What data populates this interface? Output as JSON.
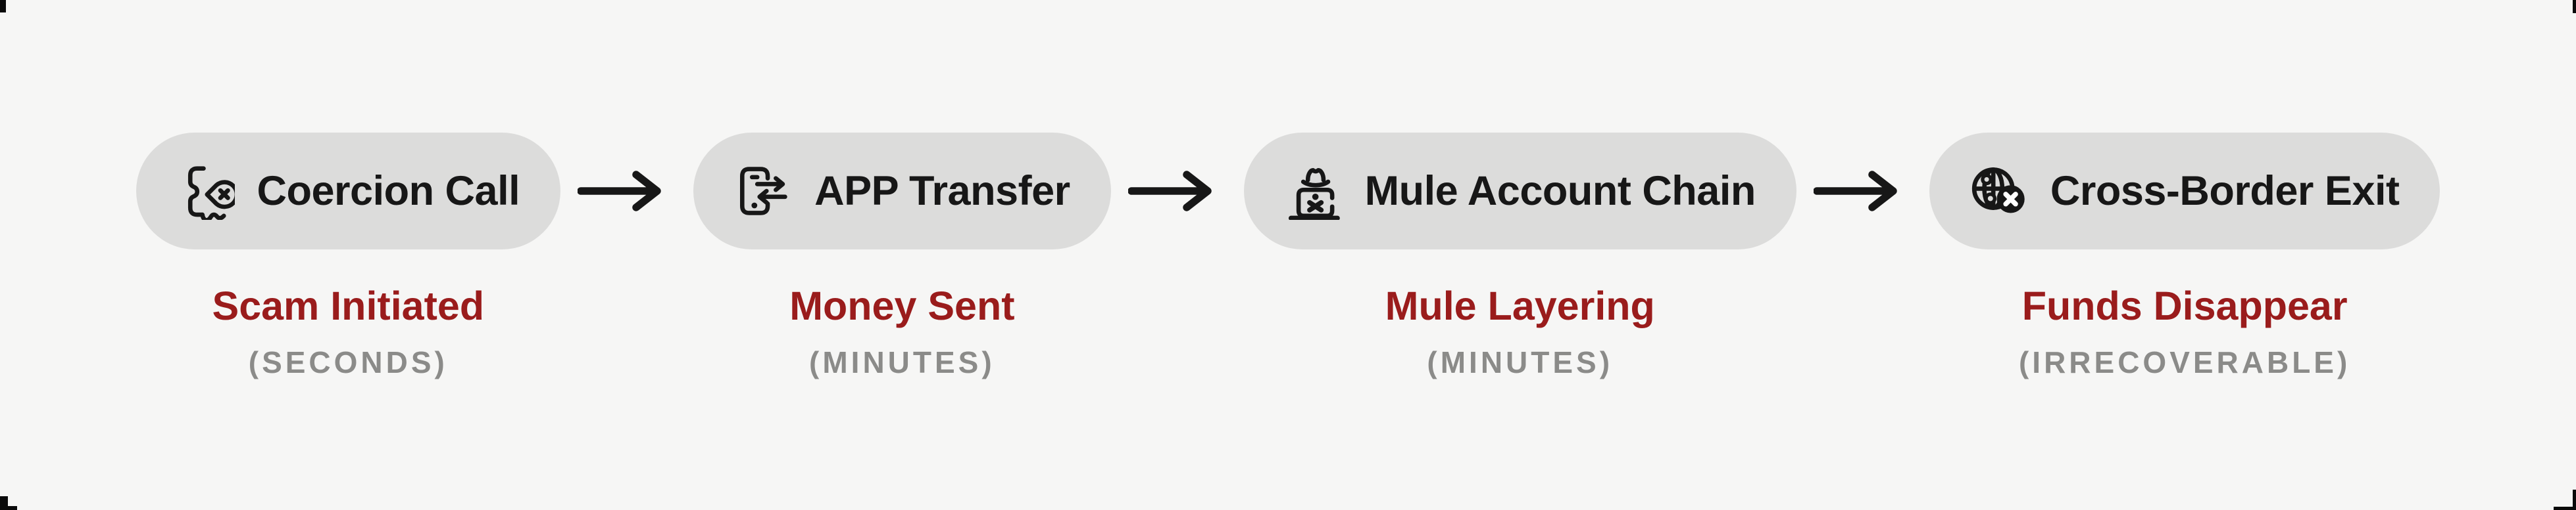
{
  "diagram": {
    "type": "horizontal-flow",
    "stages": [
      {
        "label": "Coercion Call",
        "icon": "scam-call-icon",
        "status": "Scam Initiated",
        "timeframe": "(SECONDS)"
      },
      {
        "label": "APP Transfer",
        "icon": "phone-transfer-icon",
        "status": "Money Sent",
        "timeframe": "(MINUTES)"
      },
      {
        "label": "Mule Account Chain",
        "icon": "hacker-laptop-icon",
        "status": "Mule Layering",
        "timeframe": "(MINUTES)"
      },
      {
        "label": "Cross-Border Exit",
        "icon": "globe-x-icon",
        "status": "Funds Disappear",
        "timeframe": "(IRRECOVERABLE)"
      }
    ],
    "connector": "right-arrow",
    "colors": {
      "background": "#f6f6f5",
      "pill_background": "#dcdcdb",
      "ink": "#171717",
      "status_red": "#9a1c1c",
      "timeframe_gray": "#8b8b89"
    }
  }
}
